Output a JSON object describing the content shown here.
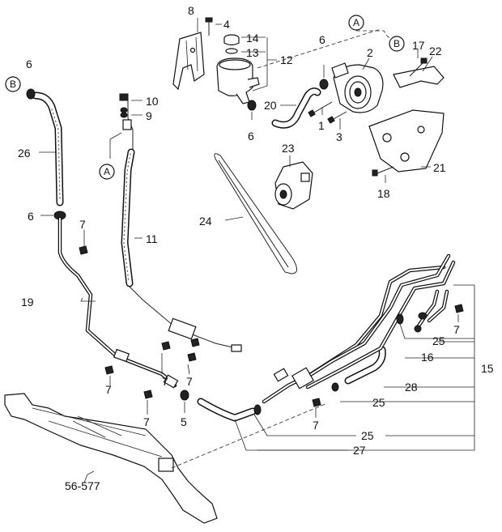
{
  "reference_marks": {
    "a": "A",
    "b": "B"
  },
  "callouts": {
    "p1": "1",
    "p2": "2",
    "p3": "3",
    "p4": "4",
    "p5": "5",
    "p6": "6",
    "p7": "7",
    "p8": "8",
    "p9": "9",
    "p10": "10",
    "p11": "11",
    "p12": "12",
    "p13": "13",
    "p14": "14",
    "p15": "15",
    "p16": "16",
    "p17": "17",
    "p18": "18",
    "p19": "19",
    "p20": "20",
    "p21": "21",
    "p22": "22",
    "p23": "23",
    "p24": "24",
    "p25": "25",
    "p26": "26",
    "p27": "27",
    "p28": "28"
  },
  "cross_reference": "56-577"
}
